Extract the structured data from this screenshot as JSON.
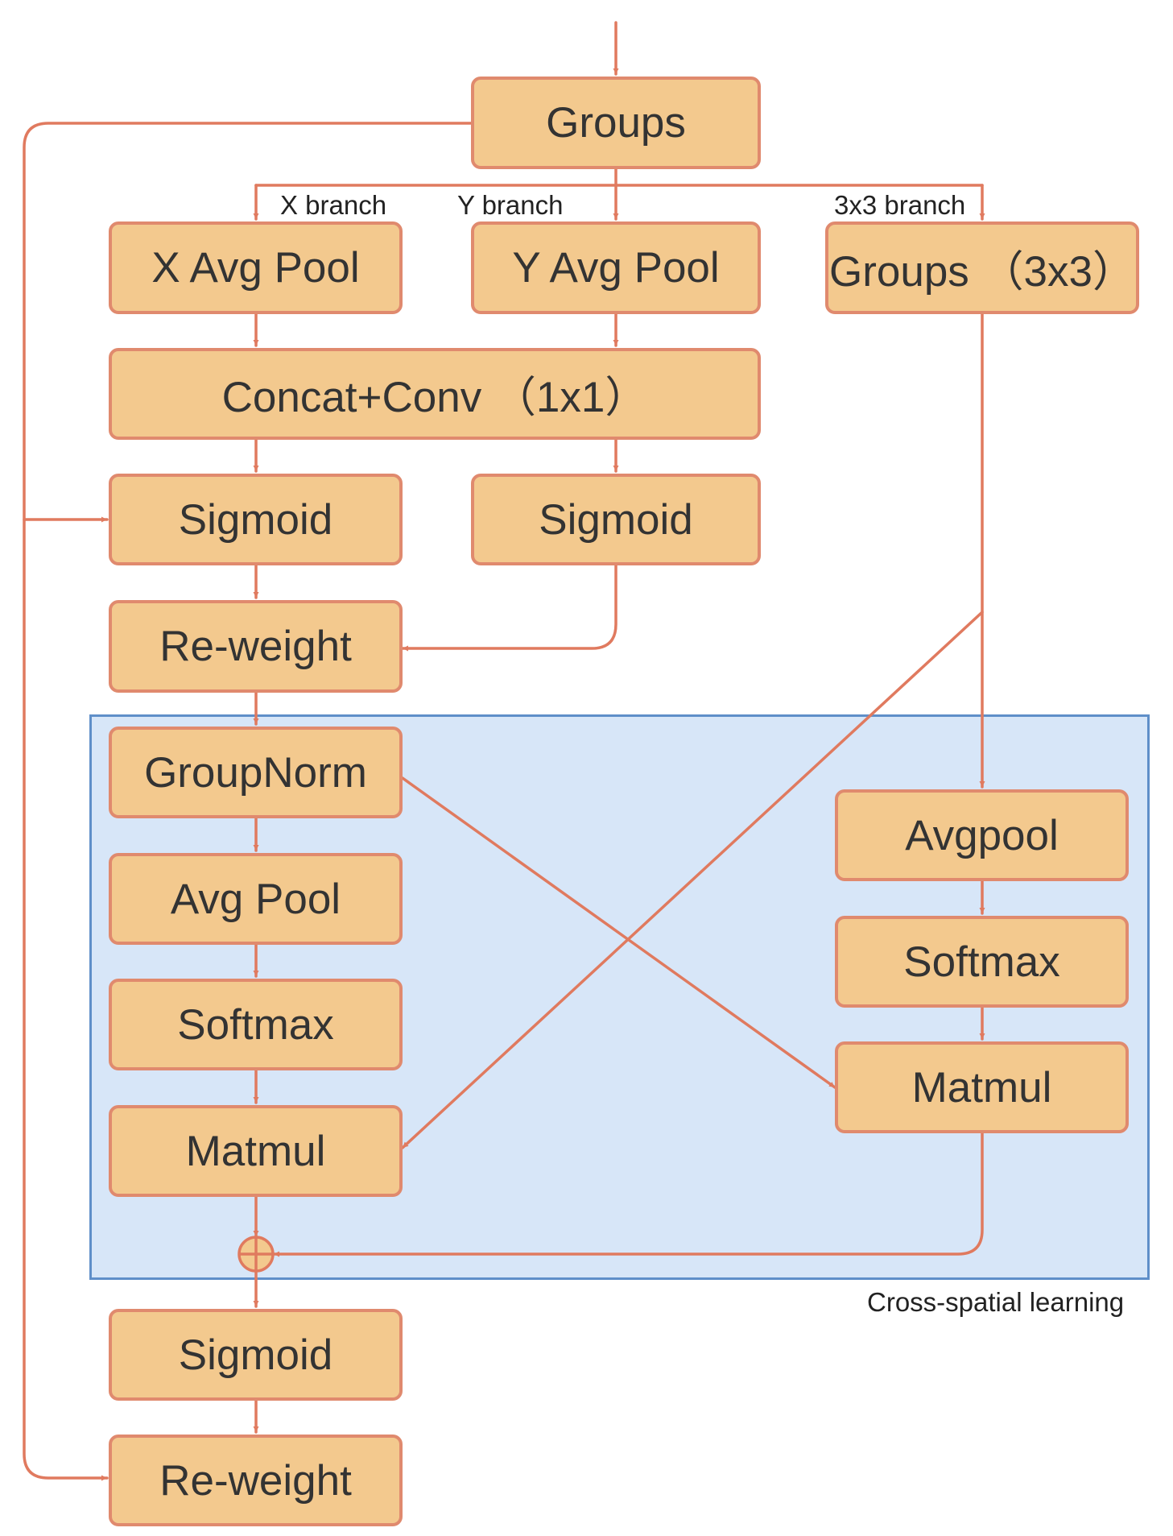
{
  "diagram": {
    "nodes": {
      "groups": "Groups",
      "x_avg_pool": "X Avg Pool",
      "y_avg_pool": "Y Avg Pool",
      "groups_3x3": "Groups （3x3）",
      "concat_conv": "Concat+Conv （1x1）",
      "sigmoid_x": "Sigmoid",
      "sigmoid_y": "Sigmoid",
      "reweight_1": "Re-weight",
      "groupnorm": "GroupNorm",
      "avg_pool": "Avg Pool",
      "softmax_left": "Softmax",
      "matmul_left": "Matmul",
      "avgpool_right": "Avgpool",
      "softmax_right": "Softmax",
      "matmul_right": "Matmul",
      "sigmoid_final": "Sigmoid",
      "reweight_final": "Re-weight"
    },
    "branch_labels": {
      "x": "X branch",
      "y": "Y branch",
      "three": "3x3 branch"
    },
    "region_label": "Cross-spatial learning",
    "colors": {
      "node_fill": "#f3c98e",
      "node_border": "#e08a6e",
      "arrow": "#e07a5f",
      "region_fill": "#d7e6f8",
      "region_border": "#5f8fc9"
    }
  }
}
